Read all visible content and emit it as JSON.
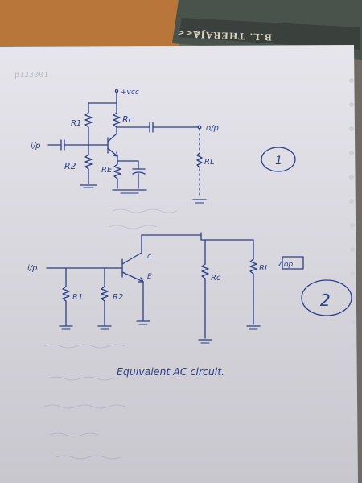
{
  "photo": {
    "colors": {
      "table": "#b9763a",
      "paper": "#e4e2ea",
      "ink": "#2b3f8e",
      "book": "#4a524c"
    }
  },
  "book_spine": {
    "brand_mark": "<<<",
    "author": "B.L. THERAJA"
  },
  "page_header": {
    "faint_text": "p123001"
  },
  "circuit1": {
    "labels": {
      "vcc": "+vcc",
      "r1": "R1",
      "rc": "Rc",
      "input": "i/p",
      "r2": "R2",
      "re": "RE",
      "output": "o/p",
      "rl": "RL"
    },
    "circle_number": "1"
  },
  "circuit2": {
    "labels": {
      "input": "i/p",
      "collector": "c",
      "emitter": "E",
      "r1": "R1",
      "r2": "R2",
      "rc": "Rc",
      "rl": "RL",
      "vop": "V op"
    },
    "circle_number": "2"
  },
  "caption": "Equivalent AC circuit."
}
